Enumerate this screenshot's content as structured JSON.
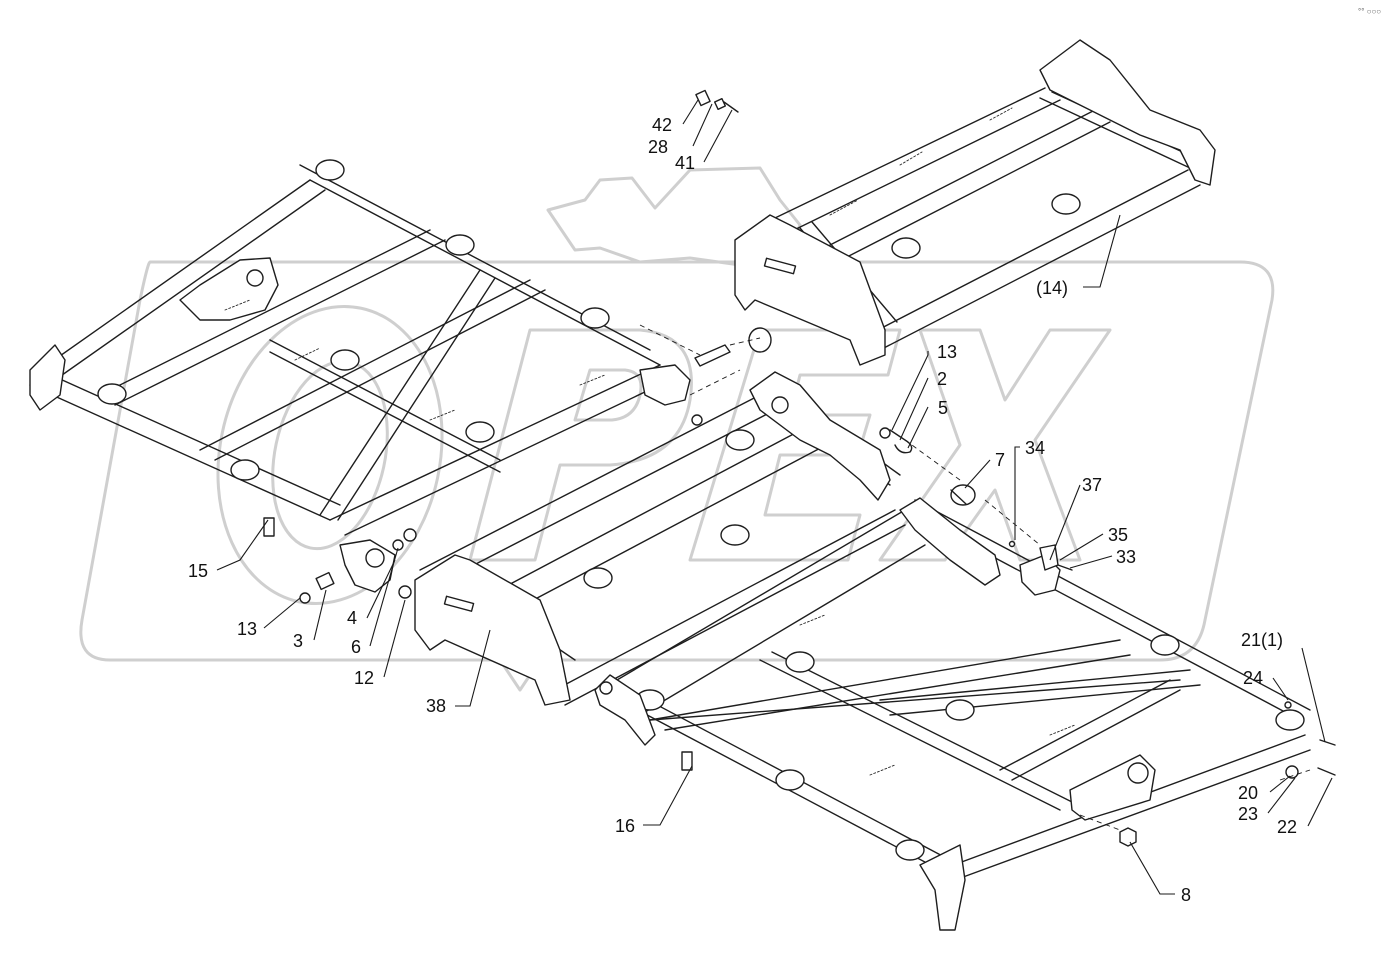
{
  "corner_mark": "°° ○○○",
  "watermark": {
    "text": "OPEX",
    "color": "#cfcfcf"
  },
  "callouts": [
    {
      "id": "c42",
      "text": "42"
    },
    {
      "id": "c28",
      "text": "28"
    },
    {
      "id": "c41",
      "text": "41"
    },
    {
      "id": "c14",
      "text": "(14)"
    },
    {
      "id": "c13a",
      "text": "13"
    },
    {
      "id": "c2",
      "text": "2"
    },
    {
      "id": "c5",
      "text": "5"
    },
    {
      "id": "c7",
      "text": "7"
    },
    {
      "id": "c34",
      "text": "34"
    },
    {
      "id": "c37",
      "text": "37"
    },
    {
      "id": "c35",
      "text": "35"
    },
    {
      "id": "c33",
      "text": "33"
    },
    {
      "id": "c15",
      "text": "15"
    },
    {
      "id": "c13b",
      "text": "13"
    },
    {
      "id": "c3",
      "text": "3"
    },
    {
      "id": "c4",
      "text": "4"
    },
    {
      "id": "c6",
      "text": "6"
    },
    {
      "id": "c12",
      "text": "12"
    },
    {
      "id": "c38",
      "text": "38"
    },
    {
      "id": "c21",
      "text": "21(1)"
    },
    {
      "id": "c24",
      "text": "24"
    },
    {
      "id": "c20",
      "text": "20"
    },
    {
      "id": "c23",
      "text": "23"
    },
    {
      "id": "c22",
      "text": "22"
    },
    {
      "id": "c16",
      "text": "16"
    },
    {
      "id": "c8",
      "text": "8"
    }
  ]
}
